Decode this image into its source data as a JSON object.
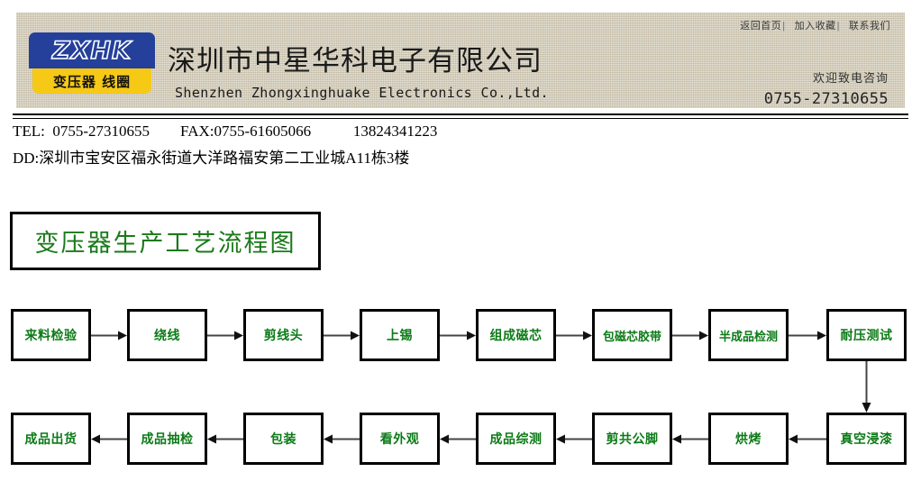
{
  "header": {
    "links": [
      {
        "label": "返回首页",
        "sep": "|"
      },
      {
        "label": "加入收藏",
        "sep": "|"
      },
      {
        "label": "联系我们",
        "sep": ""
      }
    ],
    "logo": {
      "top_text": "ZXHK",
      "bottom_text": "变压器 线圈",
      "blue": "#24409a",
      "yellow": "#f6c917"
    },
    "company_cn": "深圳市中星华科电子有限公司",
    "company_en": "Shenzhen Zhongxinghuake Electronics Co.,Ltd.",
    "welcome": "欢迎致电咨询",
    "phone": "0755-27310655",
    "bg_color": "#cfc6af"
  },
  "contact": {
    "line1": "TEL:  0755-27310655        FAX:0755-61605066           13824341223",
    "line2": "DD:深圳市宝安区福永街道大洋路福安第二工业城A11栋3楼"
  },
  "title": {
    "text": "变压器生产工艺流程图",
    "color": "#1a7a1a"
  },
  "flowchart": {
    "text_color": "#0b7a16",
    "row1": [
      {
        "label": "来料检验"
      },
      {
        "label": "绕线"
      },
      {
        "label": "剪线头"
      },
      {
        "label": "上锡"
      },
      {
        "label": "组成磁芯"
      },
      {
        "label": "包磁芯胶带"
      },
      {
        "label": "半成品检测"
      },
      {
        "label": "耐压测试"
      }
    ],
    "row2": [
      {
        "label": "成品出货"
      },
      {
        "label": "成品抽检"
      },
      {
        "label": "包装"
      },
      {
        "label": "看外观"
      },
      {
        "label": "成品综测"
      },
      {
        "label": "剪共公脚"
      },
      {
        "label": "烘烤"
      },
      {
        "label": "真空浸漆"
      }
    ]
  }
}
